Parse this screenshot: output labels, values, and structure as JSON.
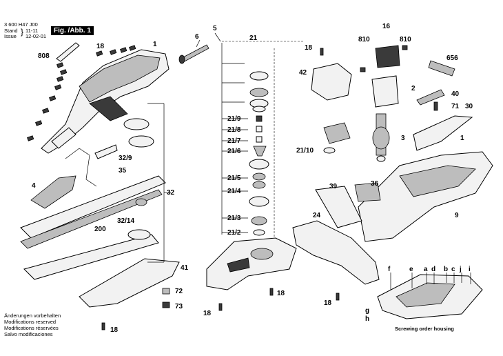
{
  "header": {
    "doc_number": "3 600 H47 J00",
    "stand_label": "Stand",
    "issue_label": "Issue",
    "stand_value": "11-11",
    "issue_value": "12-02-01",
    "figure": "Fig. /Abb. 1"
  },
  "labels": {
    "l808": "808",
    "l18a": "18",
    "l1a": "1",
    "l6": "6",
    "l5": "5",
    "l21": "21",
    "l18b": "18",
    "l16": "16",
    "l810a": "810",
    "l810b": "810",
    "l656": "656",
    "l42": "42",
    "l2": "2",
    "l40": "40",
    "l71": "71",
    "l30": "30",
    "l21_9": "21/9",
    "l21_8": "21/8",
    "l21_7": "21/7",
    "l21_6": "21/6",
    "l21_10": "21/10",
    "l3": "3",
    "l1b": "1",
    "l32_9": "32/9",
    "l35": "35",
    "l4": "4",
    "l21_5": "21/5",
    "l21_4": "21/4",
    "l39": "39",
    "l36": "36",
    "l32": "32",
    "l9": "9",
    "l32_14": "32/14",
    "l200": "200",
    "l21_3": "21/3",
    "l24": "24",
    "l21_2": "21/2",
    "l41": "41",
    "l72": "72",
    "l73": "73",
    "l18c": "18",
    "l18d": "18",
    "l18e": "18",
    "l18f": "18",
    "lf": "f",
    "le": "e",
    "la": "a",
    "ld": "d",
    "lb": "b",
    "lc": "c",
    "lj": "j",
    "li": "i",
    "lg": "g",
    "lh": "h"
  },
  "notes": [
    "Änderungen vorbehalten",
    "Modifications reserved",
    "Modifications réservées",
    "Salvo modificaciones"
  ],
  "screwing_order": "Screwing order housing"
}
